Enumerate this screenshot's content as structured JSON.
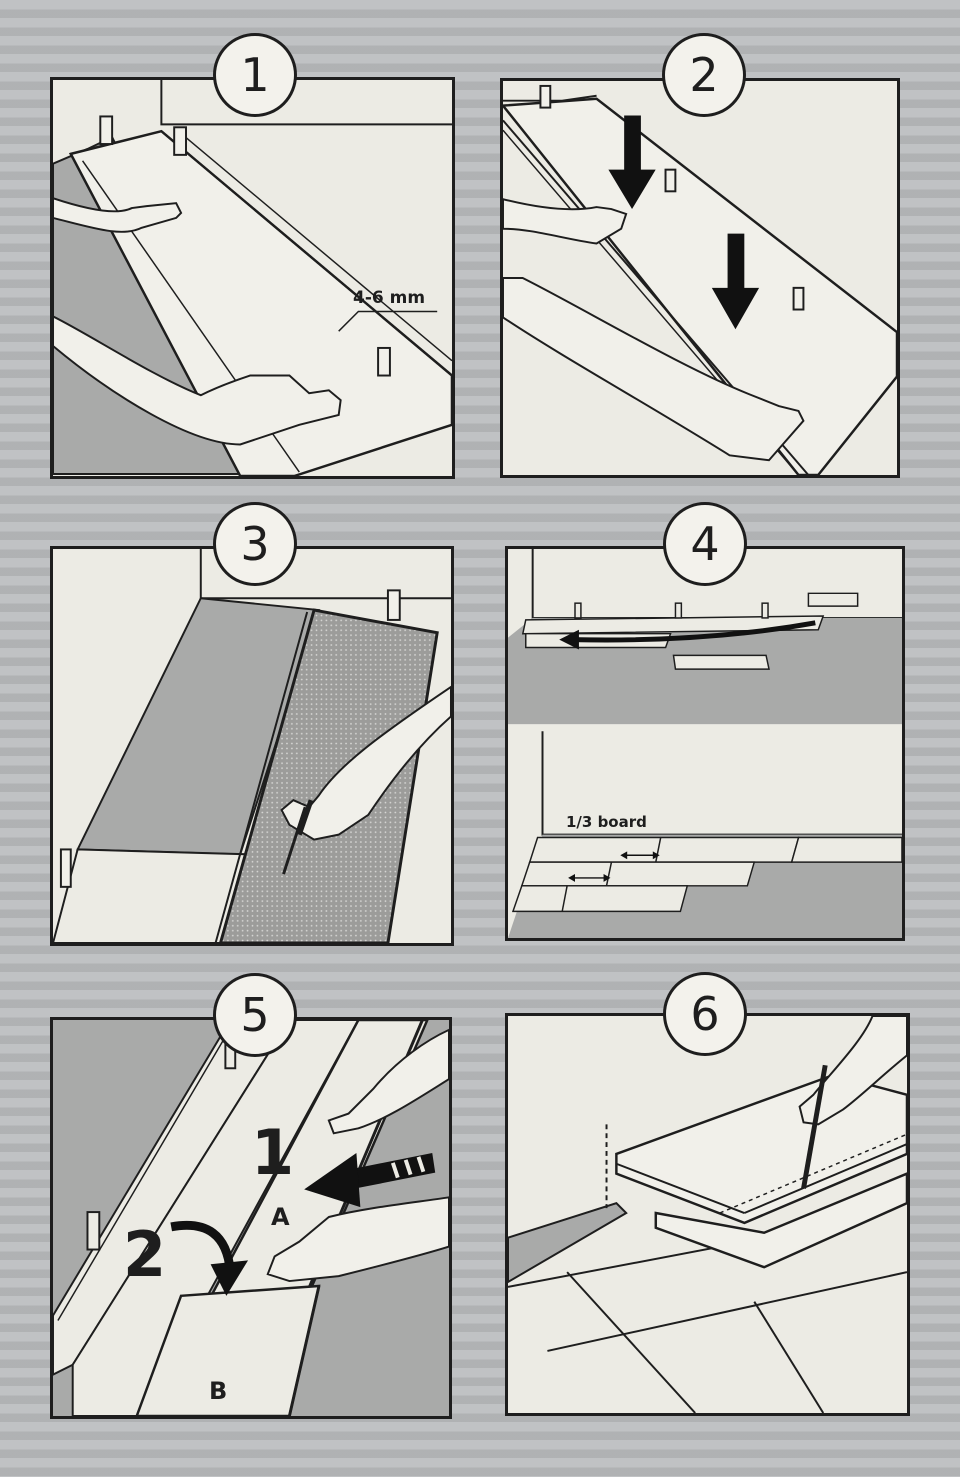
{
  "steps": [
    {
      "number": "1",
      "label": "4-6 mm"
    },
    {
      "number": "2"
    },
    {
      "number": "3"
    },
    {
      "number": "4",
      "label": "1/3 board"
    },
    {
      "number": "5",
      "label_1": "1",
      "label_2": "2",
      "label_a": "A",
      "label_b": "B"
    },
    {
      "number": "6"
    }
  ],
  "colors": {
    "panel": "#ecebe4",
    "line": "#1e1e1e",
    "floor": "#a9aaa9",
    "arrow": "#111111"
  }
}
